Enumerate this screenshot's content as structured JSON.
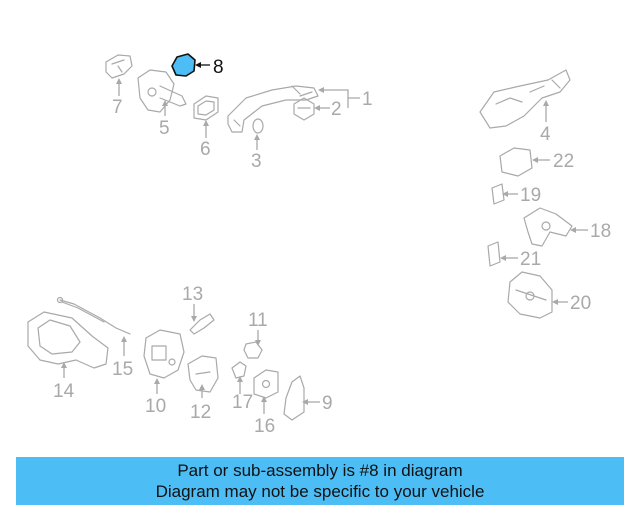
{
  "highlight_color": "#4dbdf5",
  "banner": {
    "line1": "Part or sub-assembly is #8 in diagram",
    "line2": "Diagram may not be specific to your vehicle"
  },
  "callouts": {
    "c1": "1",
    "c2": "2",
    "c3": "3",
    "c4": "4",
    "c5": "5",
    "c6": "6",
    "c7": "7",
    "c8": "8",
    "c9": "9",
    "c10": "10",
    "c11": "11",
    "c12": "12",
    "c13": "13",
    "c14": "14",
    "c15": "15",
    "c16": "16",
    "c17": "17",
    "c18": "18",
    "c19": "19",
    "c20": "20",
    "c21": "21",
    "c22": "22"
  }
}
